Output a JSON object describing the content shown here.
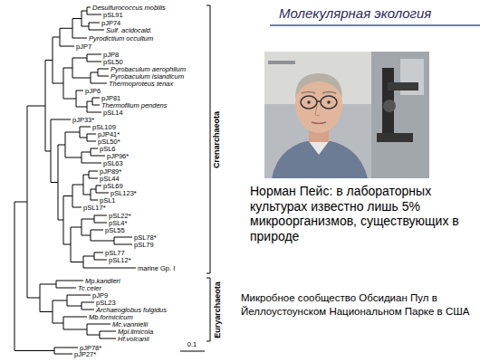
{
  "diagram": {
    "title": "Молекулярная экология",
    "caption": "Микробное сообщество Обсидиан Пул в Йеллоустоунском Национальном Парке в США",
    "labels": [
      "Desulfurococcus mobilis",
      "pSL91",
      "pJP74",
      "Sulf. acidocald.",
      "Pyrodictium occultum",
      "pJP7",
      "pJP8",
      "pSL50",
      "Pyrobaculum aerophilum",
      "Pyrobaculum islandicum",
      "Thermoproteus tenax",
      "pJP6",
      "pJP81",
      "Thermofilum pendens",
      "pSL14",
      "pJP33*",
      "pSL109",
      "pJP41*",
      "pSL50*",
      "pSL6",
      "pJP96*",
      "pSL63",
      "pJP89*",
      "pSL44",
      "pSL69",
      "pSL123*",
      "pSL1",
      "pSL17*",
      "pSL22*",
      "pSL4*",
      "pSL55",
      "pSL78*",
      "pSL79",
      "pSL77",
      "pSL12*",
      "marine Gp. I",
      "Mp.kandleri",
      "Tc.celer",
      "pJP9",
      "pSL23",
      "Archaeoglobus fulgidus",
      "Mb.formicicum",
      "Mc.vannielii",
      "Mpl.limicola",
      "Hf.volcanii",
      "pJP78*",
      "pJP27*",
      "Crenarchaeota",
      "Euryarchaeota",
      "0.1",
      "Норман Пейс: в лабораторных культурах известно лишь 5% микроорганизмов, существующих в природе"
    ]
  }
}
